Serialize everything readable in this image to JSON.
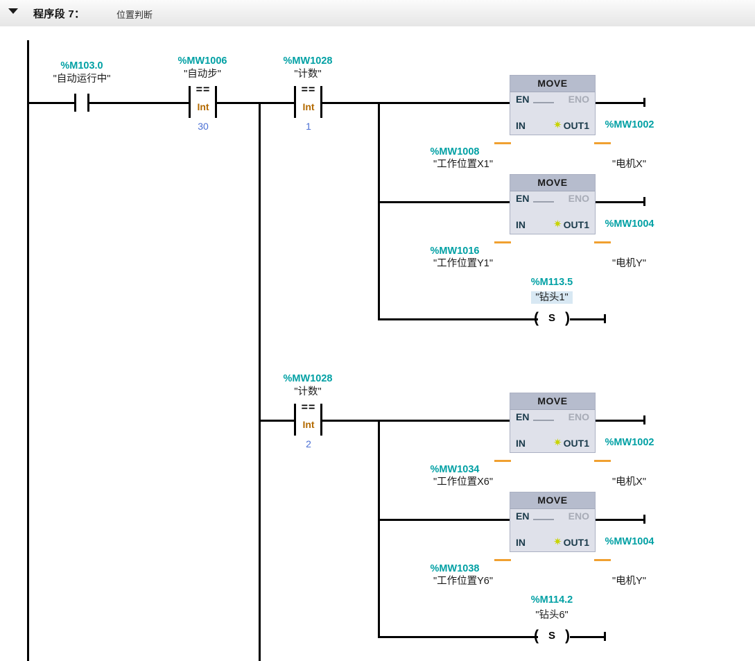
{
  "header": {
    "collapse_icon": "triangle-down-icon",
    "title_prefix": "程序段",
    "number": "7",
    "colon": "：",
    "comment": "位置判断"
  },
  "rung": {
    "contact": {
      "address": "%M103.0",
      "symbol": "\"自动运行中\"",
      "type": "normally-open-contact"
    },
    "compare_step": {
      "address": "%MW1006",
      "symbol": "\"自动步\"",
      "operator": "==",
      "datatype": "Int",
      "value": "30"
    }
  },
  "branches": [
    {
      "compare": {
        "address": "%MW1028",
        "symbol": "\"计数\"",
        "operator": "==",
        "datatype": "Int",
        "value": "1"
      },
      "moves": [
        {
          "name": "MOVE",
          "en": "EN",
          "eno": "ENO",
          "in_port": "IN",
          "out_port": "OUT1",
          "in_address": "%MW1008",
          "in_symbol": "\"工作位置X1\"",
          "out_address": "%MW1002",
          "out_symbol": "\"电机X\""
        },
        {
          "name": "MOVE",
          "en": "EN",
          "eno": "ENO",
          "in_port": "IN",
          "out_port": "OUT1",
          "in_address": "%MW1016",
          "in_symbol": "\"工作位置Y1\"",
          "out_address": "%MW1004",
          "out_symbol": "\"电机Y\""
        }
      ],
      "coil": {
        "address": "%M113.5",
        "symbol": "\"钻头1\"",
        "type": "set-coil",
        "letter": "S",
        "highlighted": true
      }
    },
    {
      "compare": {
        "address": "%MW1028",
        "symbol": "\"计数\"",
        "operator": "==",
        "datatype": "Int",
        "value": "2"
      },
      "moves": [
        {
          "name": "MOVE",
          "en": "EN",
          "eno": "ENO",
          "in_port": "IN",
          "out_port": "OUT1",
          "in_address": "%MW1034",
          "in_symbol": "\"工作位置X6\"",
          "out_address": "%MW1002",
          "out_symbol": "\"电机X\""
        },
        {
          "name": "MOVE",
          "en": "EN",
          "eno": "ENO",
          "in_port": "IN",
          "out_port": "OUT1",
          "in_address": "%MW1038",
          "in_symbol": "\"工作位置Y6\"",
          "out_address": "%MW1004",
          "out_symbol": "\"电机Y\""
        }
      ],
      "coil": {
        "address": "%M114.2",
        "symbol": "\"钻头6\"",
        "type": "set-coil",
        "letter": "S",
        "highlighted": false
      }
    }
  ],
  "colors": {
    "address": "#00a0a4",
    "value": "#4a6fd4",
    "datatype": "#b36a00",
    "highlight": "#d8e8f3",
    "move_header": "#b6bccd",
    "move_body": "#dfe1ea",
    "connector": "#f0a030"
  }
}
